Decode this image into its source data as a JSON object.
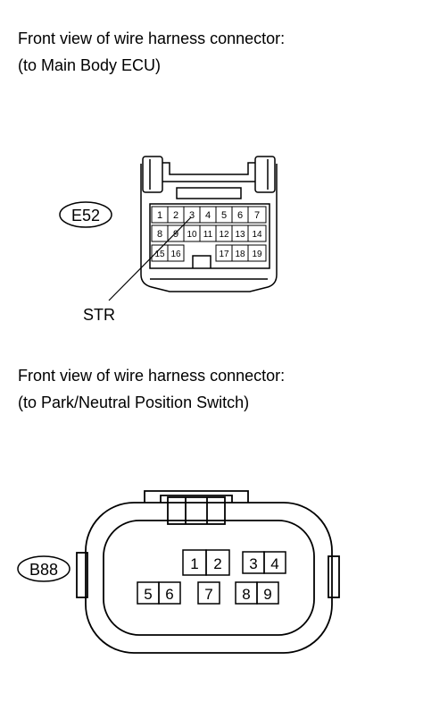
{
  "section1": {
    "caption_line1": "Front view of wire harness connector:",
    "caption_line2": "(to Main Body ECU)",
    "connector_code": "E52",
    "pointer_label": "STR",
    "pins_row1": [
      "1",
      "2",
      "3",
      "4",
      "5",
      "6",
      "7"
    ],
    "pins_row2": [
      "8",
      "9",
      "10",
      "11",
      "12",
      "13",
      "14"
    ],
    "pins_row3": [
      "15",
      "16",
      "17",
      "18",
      "19"
    ]
  },
  "section2": {
    "caption_line1": "Front view of wire harness connector:",
    "caption_line2": "(to Park/Neutral Position Switch)",
    "connector_code": "B88",
    "pins": [
      "1",
      "2",
      "3",
      "4",
      "5",
      "6",
      "7",
      "8",
      "9"
    ]
  }
}
